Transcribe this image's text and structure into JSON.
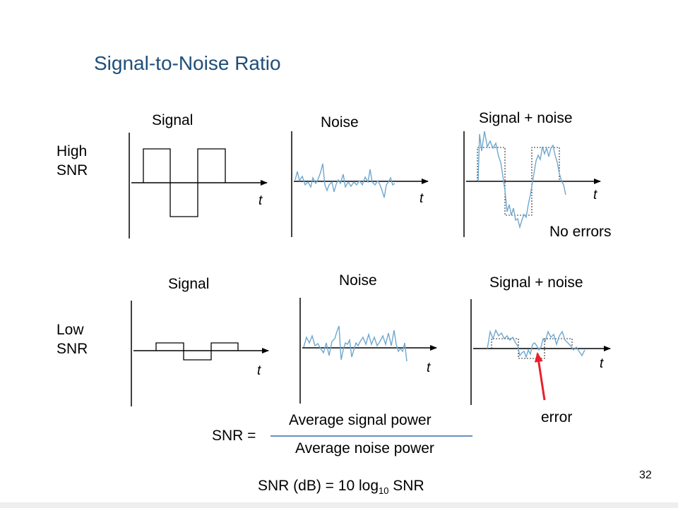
{
  "title": "Signal-to-Noise Ratio",
  "rows": [
    {
      "label_line1": "High",
      "label_line2": "SNR",
      "signal_label": "Signal",
      "noise_label": "Noise",
      "sum_label": "Signal + noise",
      "time_label": "t",
      "note": "No errors"
    },
    {
      "label_line1": "Low",
      "label_line2": "SNR",
      "signal_label": "Signal",
      "noise_label": "Noise",
      "sum_label": "Signal + noise",
      "time_label": "t",
      "note": "error"
    }
  ],
  "formula": {
    "lhs": "SNR =",
    "numerator": "Average signal power",
    "denominator": "Average noise power",
    "db_prefix": "SNR (dB) =  10 log",
    "db_subscript": "10",
    "db_suffix": " SNR"
  },
  "page_number": "32",
  "colors": {
    "title": "#1F4E79",
    "noise_trace": "#6FA8CF",
    "error_arrow": "#E8202A",
    "fraction_bar": "#6A8FBF"
  }
}
